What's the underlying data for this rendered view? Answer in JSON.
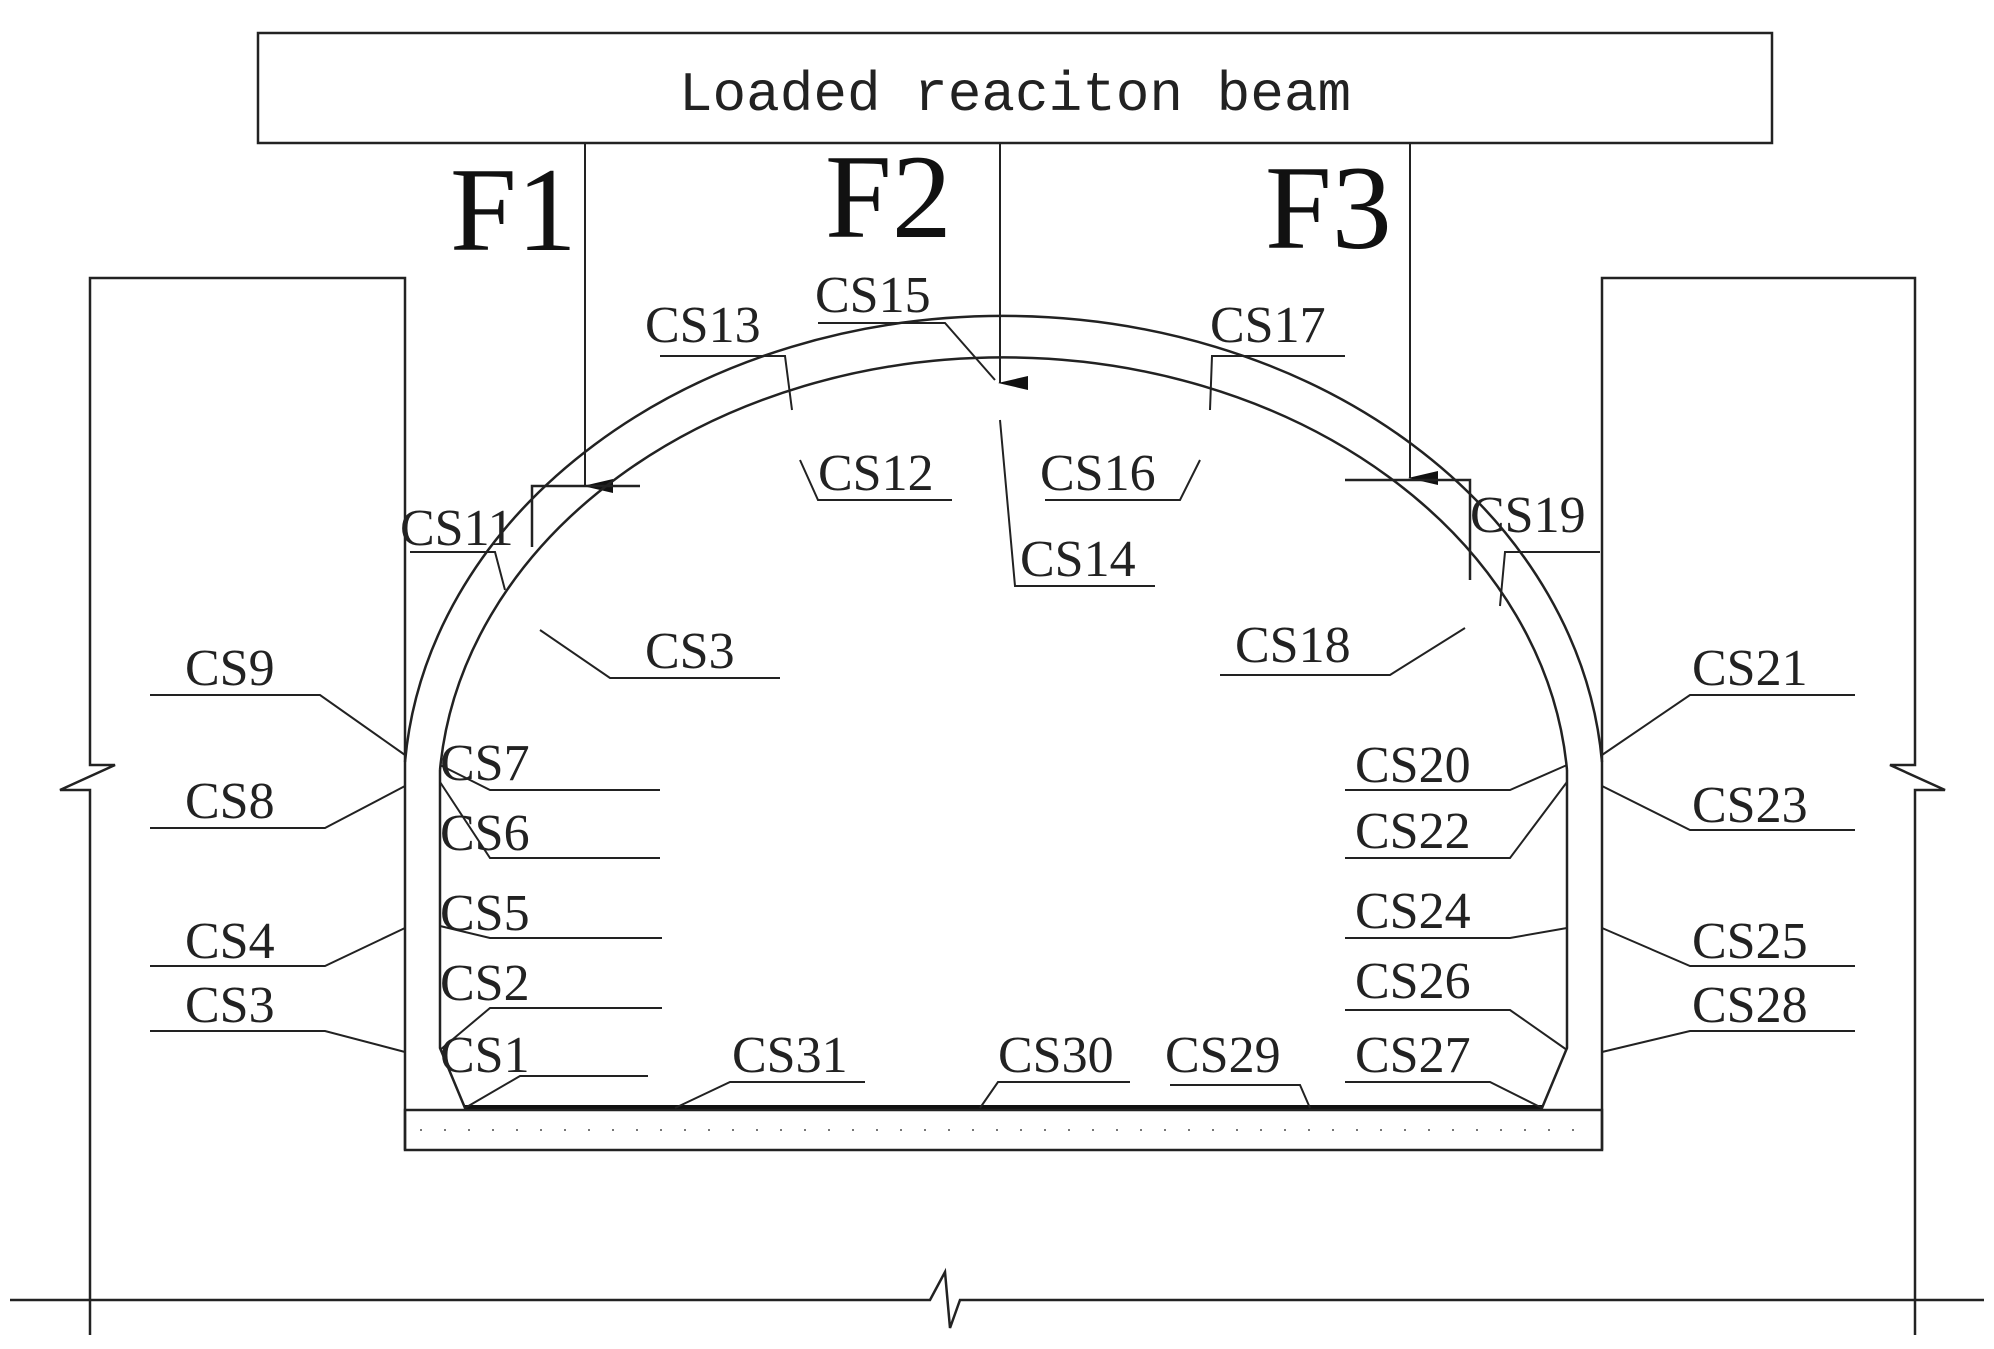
{
  "beam": {
    "label": "Loaded reaciton beam"
  },
  "forces": [
    "F1",
    "F2",
    "F3"
  ],
  "sections": [
    "CS1",
    "CS2",
    "CS3",
    "CS3",
    "CS4",
    "CS5",
    "CS6",
    "CS7",
    "CS8",
    "CS9",
    "CS11",
    "CS12",
    "CS13",
    "CS14",
    "CS15",
    "CS16",
    "CS17",
    "CS18",
    "CS19",
    "CS20",
    "CS21",
    "CS22",
    "CS23",
    "CS24",
    "CS25",
    "CS26",
    "CS27",
    "CS28",
    "CS29",
    "CS30",
    "CS31"
  ]
}
